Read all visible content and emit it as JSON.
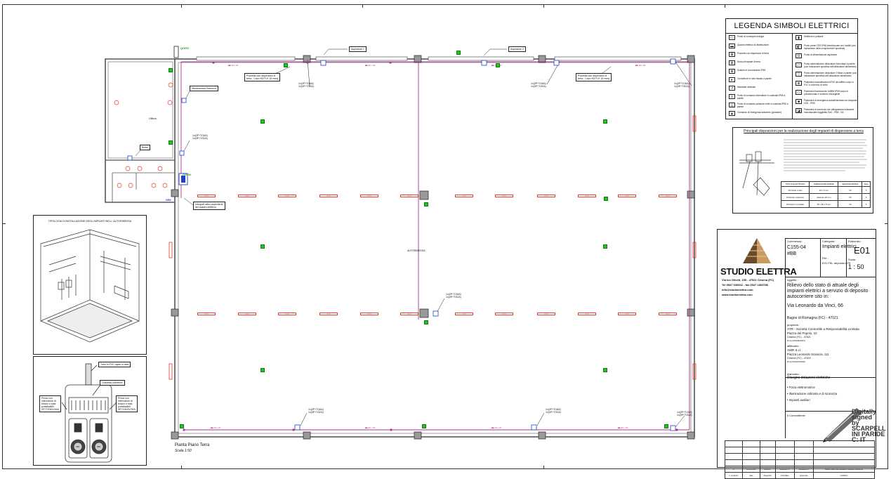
{
  "legend": {
    "title": "LEGENDA SIMBOLI ELETTRICI",
    "left_items": [
      {
        "icon": "meter-icon",
        "text": "Punto di consegna energia"
      },
      {
        "icon": "panel-icon",
        "text": "Quadro elettrico di distribuzione"
      },
      {
        "icon": "earth-well-icon",
        "text": "Pozzetto con dispersore di terra"
      },
      {
        "icon": "earth-node-icon",
        "text": "Nodo principale di terra"
      },
      {
        "icon": "junction-box-icon",
        "text": "Scatola di connessione IP55"
      },
      {
        "icon": "conduit-icon",
        "text": "Condotture in tubo fissato a parete"
      },
      {
        "icon": "vertical-riser-icon",
        "text": "Montante verticale"
      },
      {
        "icon": "switch-point-icon",
        "text": "Punto di comando interruttore in custodia IP55 a parete"
      },
      {
        "icon": "button-point-icon",
        "text": "Punto di comando pulsante nelle in custodia IP55 a parete"
      },
      {
        "icon": "emergency-button-icon",
        "text": "Comando di emergenza antivento (pulsante)"
      }
    ],
    "right_items": [
      {
        "icon": "switch-icon",
        "text": "Selettore e pulsanti"
      },
      {
        "icon": "socket-cee-icon",
        "text": "Punto prese CEE IP65 interbloccate con fusibili (con indicazione della composizione specifica)"
      },
      {
        "icon": "aspirator-icon",
        "text": "Punto di alimentazione aspiratore"
      },
      {
        "icon": "user-supply-icon",
        "text": "Punto alimentazione utilizzatore Monofase a parete (con indicazione specifica dell'utilizzatore alimentato)"
      },
      {
        "icon": "three-phase-icon",
        "text": "Punto alimentazione utilizzatore Trifase a parete (con indicazione specifica dell'utilizzatore alimentato)"
      },
      {
        "icon": "ceiling-lamp-icon",
        "text": "Plafoniera incandescenza IP40 da soffitto corpo in PVC e schermo di vetro"
      },
      {
        "icon": "fluorescent-lamp-icon",
        "text": "Plafoniera fluorescente 1x58W IP65 corpo in policarbonato e schermo infrangibile"
      },
      {
        "icon": "emergency-lamp-icon",
        "text": "Plafoniera di emergenza autoalimentata con lampade LED - IP65"
      },
      {
        "icon": "exit-sign-icon",
        "text": "Plafoniera di sicurezza con pittogramma indicatore monofacciale leggibilità 20m - IP65 - SA"
      }
    ]
  },
  "principi": {
    "title": "Principali disposizioni per la realizzazione degli impianti di dispersione a terra",
    "table_headers": [
      "TIPO DI ELETTRODO",
      "DIMENSIONE MINIME",
      "SEZIONE MINIMA",
      "Note"
    ],
    "table_rows": [
      [
        "Picchetto a tubo",
        "40 x 5 mm",
        "50",
        "5"
      ],
      [
        "Picchetto massiccio",
        "diametro 20 mm",
        "50",
        "5"
      ],
      [
        "Picchetto in profilato",
        "50 x 50 x 5 mm",
        "50",
        "5"
      ]
    ]
  },
  "title_block": {
    "company": "STUDIO ELETTRA",
    "address": "Via Ivo Oliveti, 155 - 47521 Cesena (FC)",
    "phone": "Tel 0547 630542 - fax 0547 1863786",
    "email": "info@studioelettra.com",
    "web": "www.studioelettra.com",
    "commessa_label": "Commessa :",
    "commessa": "C155-04",
    "commessa_sub": "#BB",
    "categoria_label": "Categoria :",
    "categoria": "Impianti elettrici",
    "elaborato_label": "Elaborato :",
    "elaborato": "E01",
    "file_label": "File :",
    "file": "E01 FW- deposito ATR",
    "scala_label": "Scala :",
    "scala": "1 : 50",
    "oggetto_label": "oggetto :",
    "oggetto": "Rilievo dello stato di attuale degli impianti elettrici a servizio di deposito autocorriere sito in:",
    "via": "Via Leonardo da Vinci, 66",
    "citta": "Bagno di Romagna (FC) - 47021",
    "proprieta_label": "proprietà :",
    "proprieta": "ATR - Società Consortile a Responsabilità Limitata",
    "proprieta_addr1": "Piazza del Popolo, 10",
    "proprieta_addr2": "Cesena (FC) - 47521",
    "proprieta_piva": "P.Iva 02193920404",
    "affittuario_label": "affittuario :",
    "affittuario": "AMR S.r.l.",
    "affittuario_addr1": "Piazza Leonardo Sciascia, 111",
    "affittuario_addr2": "Cesena (FC) - 47522",
    "affittuario_piva": "P.Iva 03140760399",
    "elaborato2_label": "elaborato :",
    "elaborato2": "Disegno dotazioni elettriche",
    "bullets": [
      "Forza elettromotrice",
      "Illuminazione ordinaria e di sicurezza",
      "Impianti ausiliari"
    ],
    "committente_label": "Il Committente",
    "signature": [
      "Digitally",
      "signed",
      "by",
      "SCARPELL",
      "INI PARIDE",
      "C: IT"
    ],
    "rev_headers": [
      "n. revisione",
      "data",
      "disegnato",
      "controllato",
      "approvato",
      "modifiche"
    ],
    "rev_row": [
      "A",
      "24-03-2023",
      "Rossi R.",
      "Scarpellini P.",
      "Scarpellini P.",
      "Rilievo dello stato attuale di dotazioni elettriche"
    ]
  },
  "plan": {
    "title": "Pianta Piano Terra",
    "scale": "Scala 1:50",
    "center_label": "AUTORIMESSA",
    "room_label": "Ufficio",
    "aspiratore_1": "Aspiratore 1",
    "aspiratore_2": "Aspiratore 2",
    "illuminazione": "Illuminazione Bacheca",
    "boiler": "Boiler",
    "pozzetto_1": "Pozzetto con dispersore di\nterra - Cavo N07V-K 16 mmq",
    "pozzetto_2": "Pozzetto con dispersore di\nterra - Cavo N07V-K 16 mmq",
    "integrati": "Integrati nella carpenteria\ndel quadro elettrico",
    "qgen": "QGEN",
    "prese": "1x(2P+T/16A)\n1x(3P+T/32A)",
    "gen_label": "GEN"
  },
  "detail_top": {
    "title": "TIPOLOGIA DI INSTALLAZIONE DEGLI IMPIANTI NELL' AUTORIMESSA"
  },
  "detail_bottom": {
    "tubo": "Tubo in PVC rigido a vista",
    "cassetta": "Cassetta collettrice",
    "presa_left": "Presa con\ninterruttore di\nblocco e basi\nportafusibili\n2P+T/230V/16A",
    "presa_right": "Presa con\ninterruttore di\nblocco e basi\nportafusibili\n3P+T/400V/32A",
    "dial_left": "230",
    "dial_right": "400"
  },
  "colors": {
    "wall": "#8a8a8a",
    "conduit": "#b0318f",
    "lamp": "#e2321f",
    "device": "#1f3fd1",
    "green": "#22c322"
  }
}
